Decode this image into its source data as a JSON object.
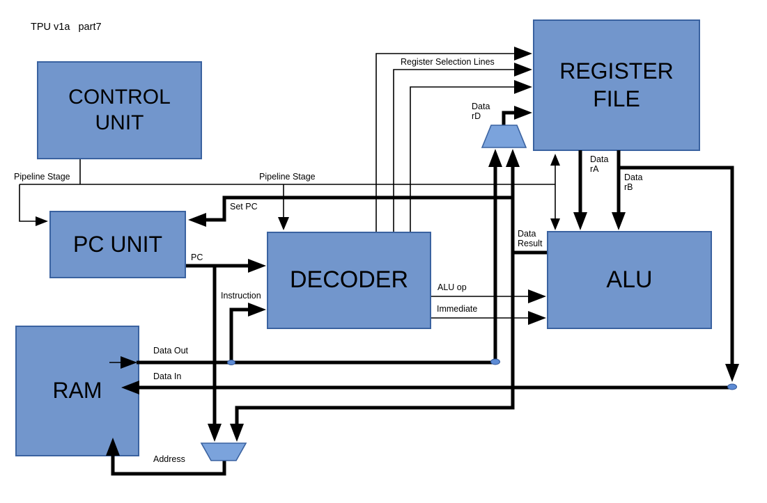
{
  "title": "TPU v1a   part7",
  "colors": {
    "background": "#FFFFFF",
    "block_fill": "#7296CC",
    "block_border": "#3A62A0",
    "mux_fill": "#7BA3DC",
    "wire": "#000000",
    "junction_fill": "#5D8BD4",
    "junction_border": "#2F5597",
    "text": "#000000"
  },
  "blocks": {
    "control_unit": {
      "line1": "CONTROL",
      "line2": "UNIT"
    },
    "register_file": {
      "line1": "REGISTER",
      "line2": "FILE"
    },
    "pc_unit": {
      "label": "PC UNIT"
    },
    "decoder": {
      "label": "DECODER"
    },
    "alu": {
      "label": "ALU"
    },
    "ram": {
      "label": "RAM"
    }
  },
  "wire_labels": {
    "pipeline_stage_left": "Pipeline Stage",
    "pipeline_stage_mid": "Pipeline Stage",
    "register_selection_lines": "Register Selection Lines",
    "data_rd_line1": "Data",
    "data_rd_line2": "rD",
    "data_ra_line1": "Data",
    "data_ra_line2": "rA",
    "data_rb_line1": "Data",
    "data_rb_line2": "rB",
    "data_result_line1": "Data",
    "data_result_line2": "Result",
    "set_pc": "Set PC",
    "pc": "PC",
    "instruction": "Instruction",
    "alu_op": "ALU op",
    "immediate": "Immediate",
    "data_out": "Data Out",
    "data_in": "Data In",
    "address": "Address"
  }
}
